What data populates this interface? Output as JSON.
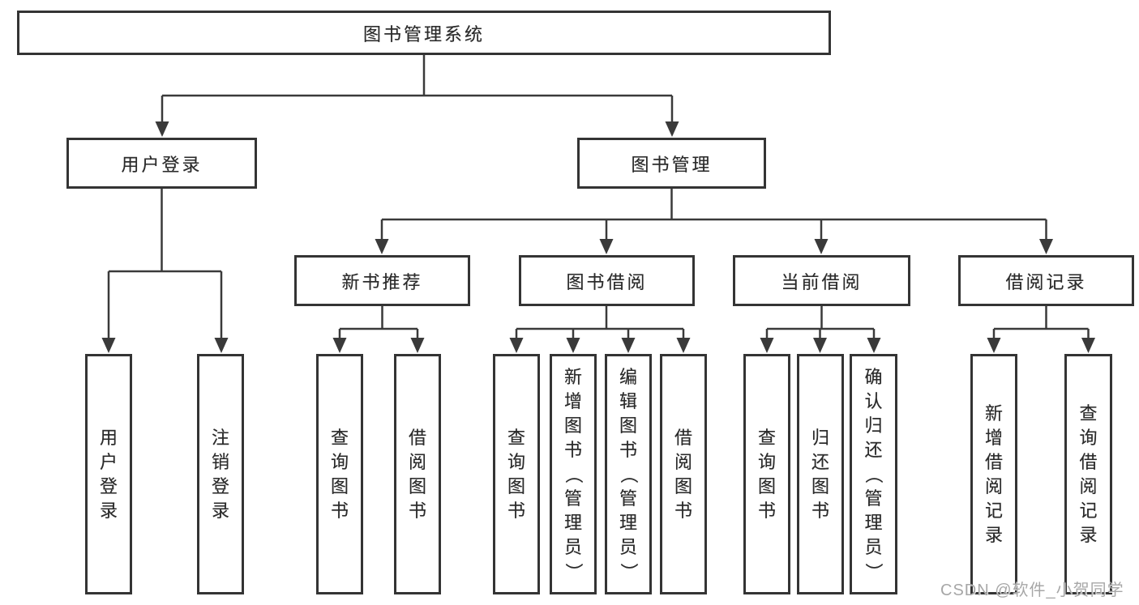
{
  "diagram": {
    "title": "图书管理系统",
    "type": "hierarchy-tree",
    "colors": {
      "line": "#3a3a3a",
      "box_border": "#343434",
      "box_fill": "#ffffff",
      "text": "#2b2b2b",
      "watermark": "#a7a7a7"
    },
    "tree": {
      "label": "图书管理系统",
      "children": [
        {
          "label": "用户登录",
          "children": [
            {
              "label": "用户登录"
            },
            {
              "label": "注销登录"
            }
          ]
        },
        {
          "label": "图书管理",
          "children": [
            {
              "label": "新书推荐",
              "children": [
                {
                  "label": "查询图书"
                },
                {
                  "label": "借阅图书"
                }
              ]
            },
            {
              "label": "图书借阅",
              "children": [
                {
                  "label": "查询图书"
                },
                {
                  "label": "新增图书（管理员）"
                },
                {
                  "label": "编辑图书（管理员）"
                },
                {
                  "label": "借阅图书"
                }
              ]
            },
            {
              "label": "当前借阅",
              "children": [
                {
                  "label": "查询图书"
                },
                {
                  "label": "归还图书"
                },
                {
                  "label": "确认归还（管理员）"
                }
              ]
            },
            {
              "label": "借阅记录",
              "children": [
                {
                  "label": "新增借阅记录"
                },
                {
                  "label": "查询借阅记录"
                }
              ]
            }
          ]
        }
      ]
    }
  },
  "watermark": {
    "text": "CSDN @软件_小贺同学"
  }
}
